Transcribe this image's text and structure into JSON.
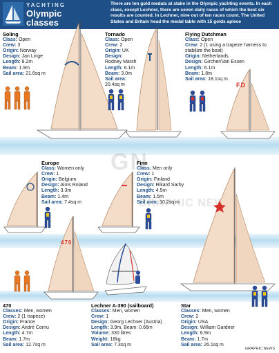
{
  "header": {
    "kicker": "YACHTING",
    "title": "Olympic classes",
    "intro": "There are ten gold medals at stake in the Olympic yachting events. In each class, except Lechner, there are seven daily races of which the best six results are counted. In Lechner, nine out of ten races count. The United States and Britain head the medal table with 15 golds apiece"
  },
  "labels": {
    "class": "Class:",
    "classes": "Classes:",
    "crew": "Crew:",
    "origin": "Origin:",
    "design": "Design:",
    "length": "Length:",
    "beam": "Beam:",
    "sail_area": "Sail area:",
    "weight": "Weight:",
    "volume": "Volume:"
  },
  "boats": {
    "soling": {
      "name": "Soling",
      "class": "Open",
      "crew": "3",
      "origin": "Norway",
      "design": "Jan Linge",
      "length": "8.2m",
      "beam": "1.9m",
      "sail_area": "21.6sq m"
    },
    "tornado": {
      "name": "Tornado",
      "class": "Open",
      "crew": "2",
      "origin": "UK",
      "design": "Rodney Marsh",
      "length": "6.1m",
      "beam": "3.0m",
      "sail_area": "20.4sq m"
    },
    "flying_dutchman": {
      "name": "Flying Dutchman",
      "class": "Open",
      "crew": "2 (1 using a trapeze harness to stabilize the boat)",
      "origin": "Netherlands",
      "design": "Gircher/Van Essen",
      "length": "6.1m",
      "beam": "1.8m",
      "sail_area": "18.1sq m",
      "sail_mark": "FD"
    },
    "europe": {
      "name": "Europe",
      "class": "Women only",
      "crew": "1",
      "origin": "Belgium",
      "design": "Aloïs Roland",
      "length": "3.3m",
      "beam": "1.4m",
      "sail_area": "7.4sq m"
    },
    "finn": {
      "name": "Finn",
      "class": "Men only",
      "crew": "1",
      "origin": "Finland",
      "design": "Rikard Sarby",
      "length": "4.5m",
      "beam": "1.5m",
      "sail_area": "10.2sq m"
    },
    "four_seventy": {
      "name": "470",
      "classes": "Men, women",
      "crew": "2 (1 trapeze)",
      "origin": "France",
      "design": "André Cornu",
      "length": "4.7m",
      "beam": "1.7m",
      "sail_area": "12.7sq m",
      "sail_mark": "470"
    },
    "lechner": {
      "name": "Lechner A-390 (sailboard)",
      "classes": "Men, women",
      "crew": "1",
      "design": "Georg Lechner (Austria)",
      "length": "3.9m, Beam: 0.66m",
      "volume": "330 litres",
      "weight": "18kg",
      "sail_area": "7.3sq m"
    },
    "star": {
      "name": "Star",
      "classes": "Men, women",
      "crew": "2",
      "origin": "USA",
      "design": "William Gardner",
      "length": "6.9m",
      "beam": "1.7m",
      "sail_area": "26.1sq m"
    }
  },
  "credit": "GRAPHIC NEWS",
  "colors": {
    "banner": "#1e4f87",
    "sail": "#f3dcc8",
    "sail_edge": "#b98f6f",
    "hull": "#ffffff",
    "sea": "#b9ddf0",
    "crew_suit": "#e87722",
    "crew_jacket": "#2a4d9b"
  }
}
